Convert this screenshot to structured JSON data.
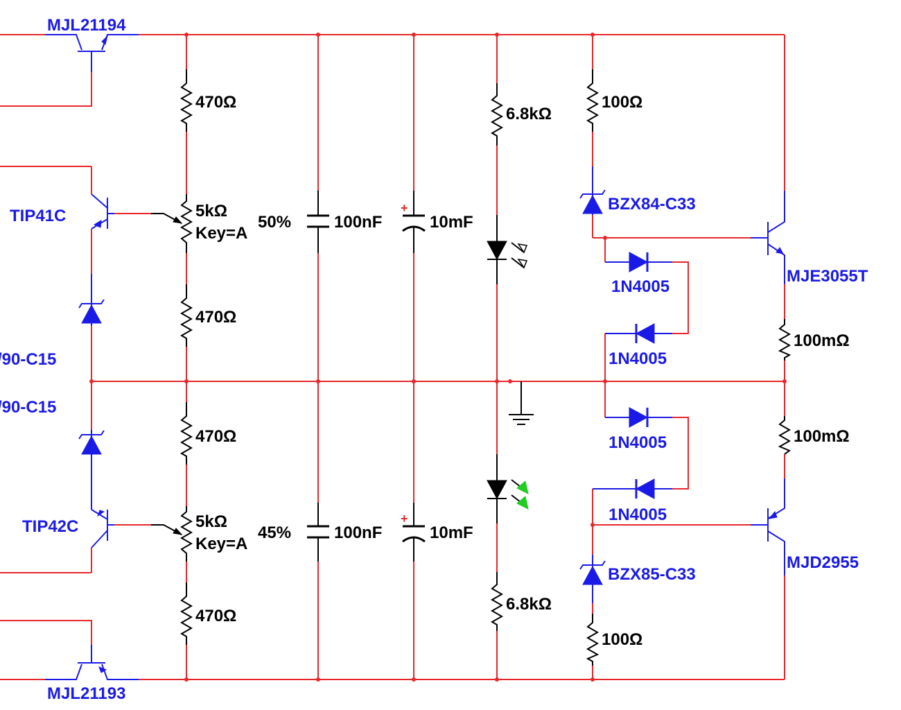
{
  "components": {
    "q_top_out": "MJL21194",
    "q_bot_out": "MJL21193",
    "q_drv_top": "TIP41C",
    "q_drv_bot": "TIP42C",
    "z_left_top": "/90-C15",
    "z_left_bot": "/90-C15",
    "r_pot_top_hi": "470Ω",
    "r_pot_top_lo": "470Ω",
    "r_pot_bot_hi": "470Ω",
    "r_pot_bot_lo": "470Ω",
    "pot_top_value": "5kΩ",
    "pot_top_key": "Key=A",
    "pot_top_pct": "50%",
    "pot_bot_value": "5kΩ",
    "pot_bot_key": "Key=A",
    "pot_bot_pct": "45%",
    "c_top_small": "100nF",
    "c_top_big": "10mF",
    "c_bot_small": "100nF",
    "c_bot_big": "10mF",
    "cap_plus": "+",
    "r_led_top": "6.8kΩ",
    "r_led_bot": "6.8kΩ",
    "r_zener_top": "100Ω",
    "r_zener_bot": "100Ω",
    "z_right_top": "BZX84-C33",
    "z_right_bot": "BZX85-C33",
    "d1": "1N4005",
    "d2": "1N4005",
    "d3": "1N4005",
    "d4": "1N4005",
    "q_reg_top": "MJE3055T",
    "q_reg_bot": "MJD2955",
    "r_sense_top": "100mΩ",
    "r_sense_bot": "100mΩ"
  },
  "colors": {
    "wire": "#e8262a",
    "component": "#1a1ae6",
    "passive": "#000000",
    "led_lit": "#22cc22",
    "background": "#ffffff"
  },
  "led_states": {
    "top_led": "off",
    "bottom_led": "on"
  }
}
